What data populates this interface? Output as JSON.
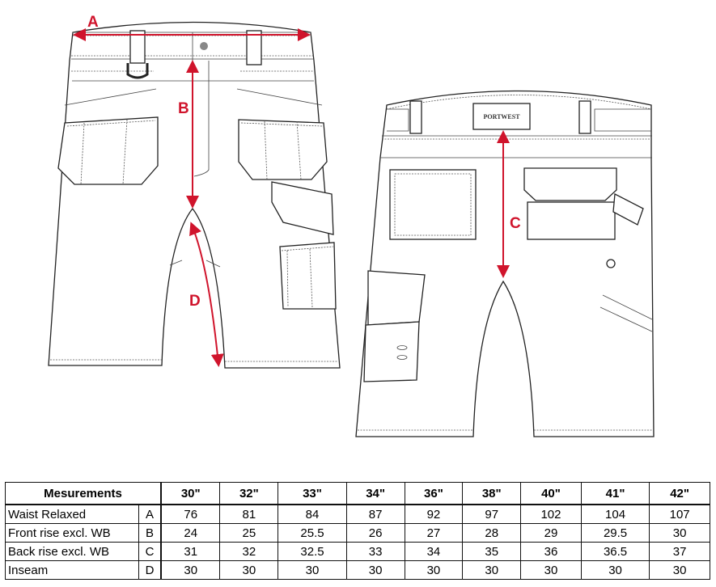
{
  "diagram": {
    "labels": {
      "A": "A",
      "B": "B",
      "C": "C",
      "D": "D"
    },
    "brand_label": "PORTWEST",
    "accent_color": "#d0142c"
  },
  "table": {
    "header": "Mesurements",
    "sizes": [
      "30\"",
      "32\"",
      "33\"",
      "34\"",
      "36\"",
      "38\"",
      "40\"",
      "41\"",
      "42\""
    ],
    "rows": [
      {
        "label": "Waist Relaxed",
        "code": "A",
        "values": [
          "76",
          "81",
          "84",
          "87",
          "92",
          "97",
          "102",
          "104",
          "107"
        ]
      },
      {
        "label": "Front rise excl. WB",
        "code": "B",
        "values": [
          "24",
          "25",
          "25.5",
          "26",
          "27",
          "28",
          "29",
          "29.5",
          "30"
        ]
      },
      {
        "label": "Back rise excl. WB",
        "code": "C",
        "values": [
          "31",
          "32",
          "32.5",
          "33",
          "34",
          "35",
          "36",
          "36.5",
          "37"
        ]
      },
      {
        "label": "Inseam",
        "code": "D",
        "values": [
          "30",
          "30",
          "30",
          "30",
          "30",
          "30",
          "30",
          "30",
          "30"
        ]
      }
    ]
  }
}
